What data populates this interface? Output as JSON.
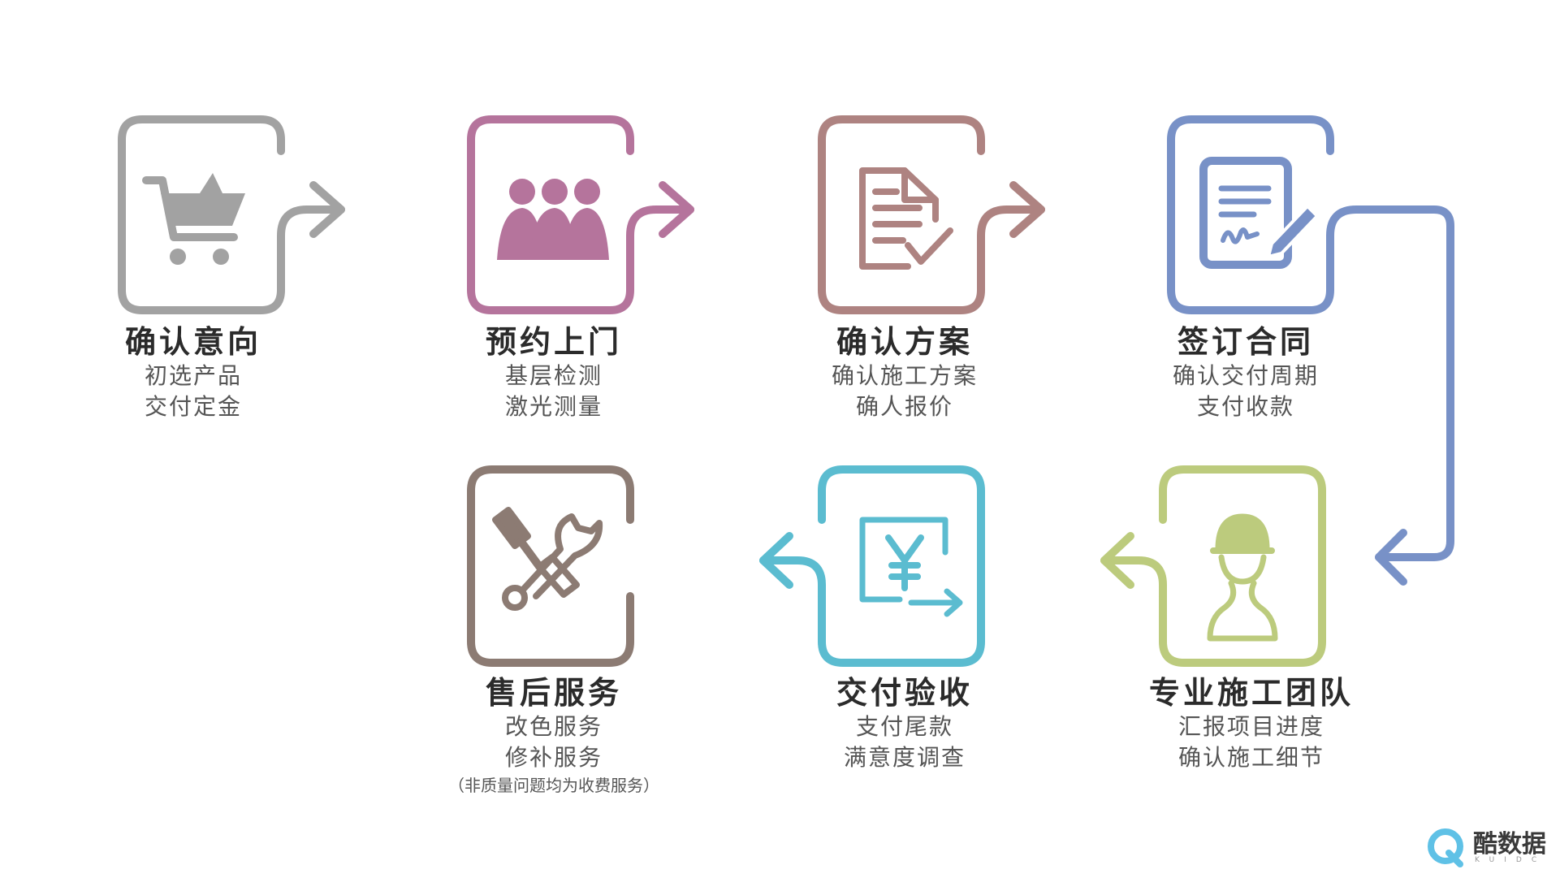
{
  "colors": {
    "step1": "#a2a2a2",
    "step2": "#b5749c",
    "step3": "#ae8381",
    "step4": "#7891c7",
    "step5": "#8c7b73",
    "step6": "#5bbcd0",
    "step7": "#bccb7d",
    "logo_accent": "#5fc1e6"
  },
  "steps": [
    {
      "title": "确认意向",
      "lines": [
        "初选产品",
        "交付定金"
      ],
      "icon": "shopping-cart-icon"
    },
    {
      "title": "预约上门",
      "lines": [
        "基层检测",
        "激光测量"
      ],
      "icon": "people-icon"
    },
    {
      "title": "确认方案",
      "lines": [
        "确认施工方案",
        "确人报价"
      ],
      "icon": "document-check-icon"
    },
    {
      "title": "签订合同",
      "lines": [
        "确认交付周期",
        "支付收款"
      ],
      "icon": "contract-sign-icon"
    },
    {
      "title": "售后服务",
      "lines": [
        "改色服务",
        "修补服务"
      ],
      "note": "（非质量问题均为收费服务）",
      "icon": "tools-icon"
    },
    {
      "title": "交付验收",
      "lines": [
        "支付尾款",
        "满意度调查"
      ],
      "icon": "payment-yen-icon"
    },
    {
      "title": "专业施工团队",
      "lines": [
        "汇报项目进度",
        "确认施工细节"
      ],
      "icon": "worker-icon"
    }
  ],
  "logo": {
    "text": "酷数据",
    "subtext": "KUIDC"
  }
}
